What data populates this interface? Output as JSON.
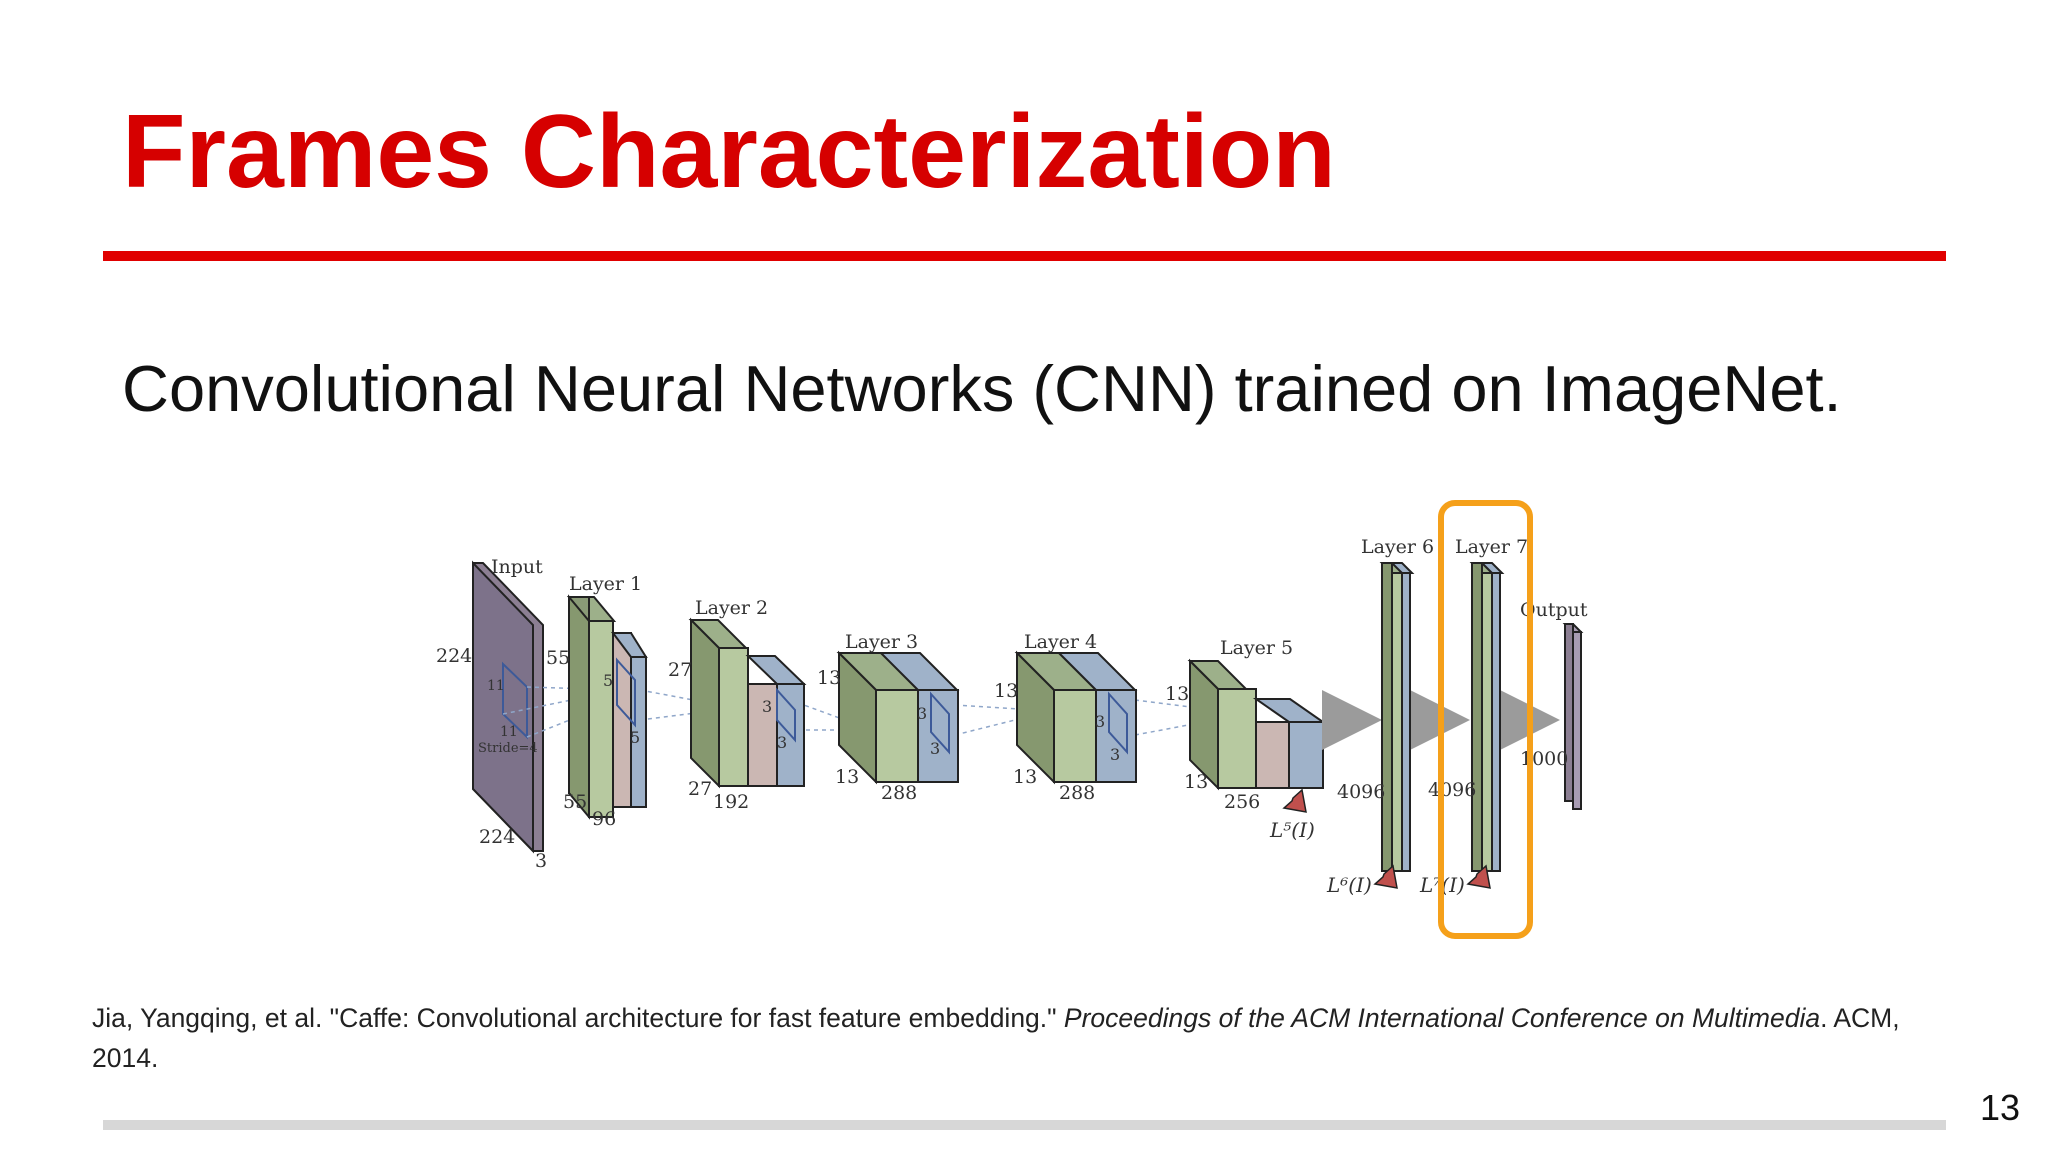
{
  "slide": {
    "title": "Frames Characterization",
    "subtitle": "Convolutional Neural Networks (CNN) trained on ImageNet.",
    "page_number": "13",
    "accent_color": "#d60000",
    "highlight_color": "#f5a01a"
  },
  "diagram": {
    "input_label": "Input",
    "input_height": "224",
    "input_width": "224",
    "input_depth": "3",
    "kernel_w": "11",
    "kernel_h": "11",
    "stride": "Stride=4",
    "layers": [
      {
        "label": "Layer 1",
        "size_top": "55",
        "size_bottom": "55",
        "depth": "96",
        "kernel_a": "5",
        "kernel_b": "5"
      },
      {
        "label": "Layer 2",
        "size_top": "27",
        "size_bottom": "27",
        "depth": "192",
        "kernel_a": "3",
        "kernel_b": "3"
      },
      {
        "label": "Layer 3",
        "size_top": "13",
        "size_bottom": "13",
        "depth": "288",
        "kernel_a": "3",
        "kernel_b": "3"
      },
      {
        "label": "Layer 4",
        "size_top": "13",
        "size_bottom": "13",
        "depth": "288",
        "kernel_a": "3",
        "kernel_b": "3"
      },
      {
        "label": "Layer 5",
        "size_top": "13",
        "size_bottom": "13",
        "depth": "256",
        "feature": "L⁵(I)"
      },
      {
        "label": "Layer 6",
        "size": "4096",
        "feature": "L⁶(I)"
      },
      {
        "label": "Layer 7",
        "size": "4096",
        "feature": "L⁷(I)"
      }
    ],
    "output_label": "Output",
    "output_size": "1000"
  },
  "citation": {
    "text": "Jia, Yangqing, et al. \"Caffe: Convolutional architecture for fast feature embedding.\" ",
    "venue": "Proceedings of the ACM International Conference on Multimedia",
    "tail": ". ACM, 2014."
  }
}
